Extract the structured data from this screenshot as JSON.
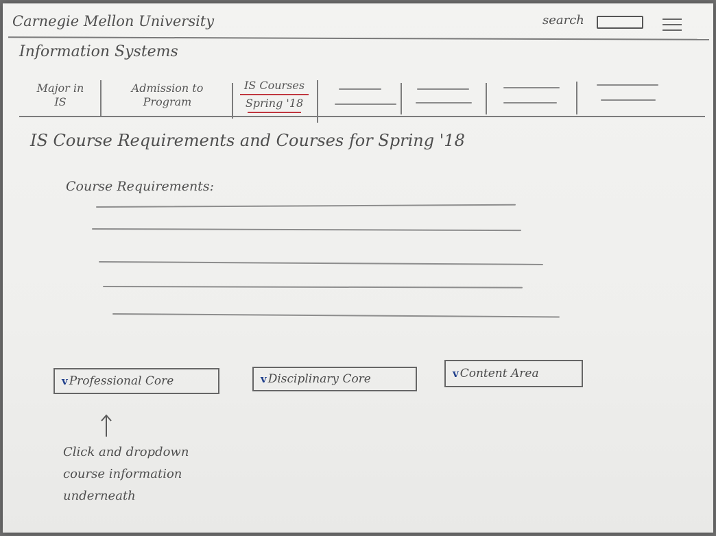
{
  "header": {
    "brand": "Carnegie Mellon University",
    "search_label": "search",
    "search_icon": "search-box",
    "menu_icon": "hamburger-icon"
  },
  "section_title": "Information Systems",
  "nav": {
    "tabs": [
      {
        "line1": "Major in",
        "line2": "IS"
      },
      {
        "line1": "Admission to",
        "line2": "Program"
      },
      {
        "line1": "IS Courses",
        "line2": "Spring '18",
        "active": true
      }
    ],
    "accent_color": "#c0373f"
  },
  "main": {
    "title": "IS Course Requirements and Courses for Spring '18",
    "requirements_label": "Course Requirements:",
    "dropdowns": [
      {
        "label": "Professional Core"
      },
      {
        "label": "Disciplinary Core"
      },
      {
        "label": "Content Area"
      }
    ],
    "chevron": "v",
    "chevron_color": "#1d3d8a",
    "annotation": [
      "Click and dropdown",
      "course information",
      "underneath"
    ]
  }
}
